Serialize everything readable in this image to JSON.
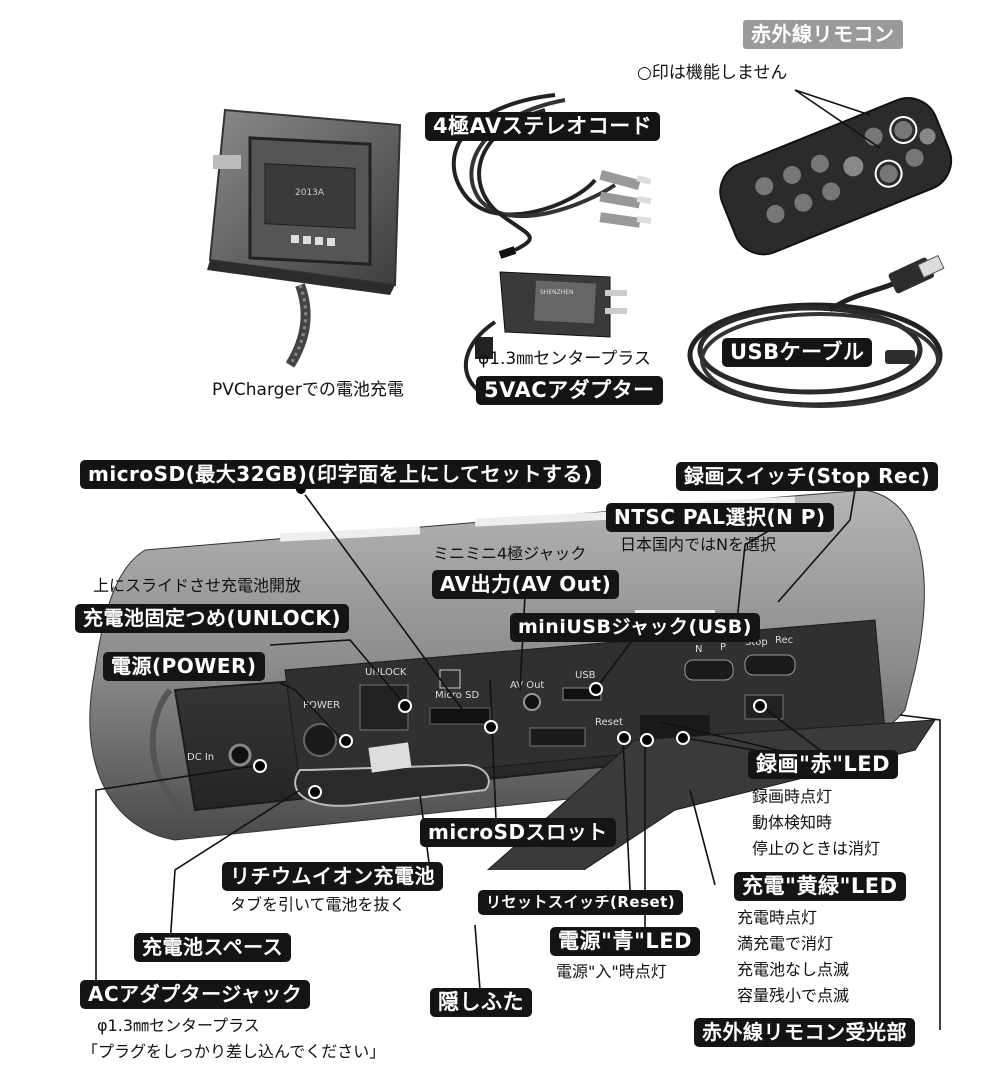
{
  "top": {
    "remote_title": "赤外線リモコン",
    "remote_note": "○印は機能しません",
    "cord_label": "4極AVステレオコード",
    "charger_caption": "PVChargerでの電池充電",
    "usb_label": "USBケーブル",
    "adapter_spec": "φ1.3㎜センタープラス",
    "adapter_label": "5VACアダプター"
  },
  "callouts": {
    "microsd": "microSD(最大32GB)(印字面を上にしてセットする)",
    "rec_switch": "録画スイッチ(Stop Rec)",
    "ntsc_pal": "NTSC PAL選択(N P)",
    "ntsc_pal_note": "日本国内ではNを選択",
    "jack_note": "ミニミニ4極ジャック",
    "av_out": "AV出力(AV Out)",
    "slide_note": "上にスライドさせ充電池開放",
    "unlock": "充電池固定つめ(UNLOCK)",
    "mini_usb": "miniUSBジャック(USB)",
    "power": "電源(POWER)",
    "rec_led": "録画\"赤\"LED",
    "rec_led_notes": [
      "録画時点灯",
      "動体検知時",
      "停止のときは消灯"
    ],
    "sd_slot": "microSDスロット",
    "battery": "リチウムイオン充電池",
    "battery_note": "タブを引いて電池を抜く",
    "charge_led": "充電\"黄緑\"LED",
    "reset": "リセットスイッチ(Reset)",
    "charge_led_notes": [
      "充電時点灯",
      "満充電で消灯",
      "充電池なし点滅",
      "容量残小で点滅"
    ],
    "power_led": "電源\"青\"LED",
    "power_led_note": "電源\"入\"時点灯",
    "battery_space": "充電池スペース",
    "ac_jack": "ACアダプタージャック",
    "ac_jack_notes": [
      "φ1.3㎜センタープラス",
      "「プラグをしっかり差し込んでください」"
    ],
    "lid": "隠しふた",
    "ir_receiver": "赤外線リモコン受光部"
  },
  "device_text": {
    "dc_in": "DC In",
    "power": "POWER",
    "unlock": "UNLOCK",
    "micro_sd": "Micro SD",
    "av_out": "AV Out",
    "usb": "USB",
    "reset": "Reset",
    "n": "N",
    "p": "P",
    "stop": "Stop",
    "rec": "Rec",
    "charger_model": "2013A",
    "adapter_brand": "SHENZHEN"
  }
}
